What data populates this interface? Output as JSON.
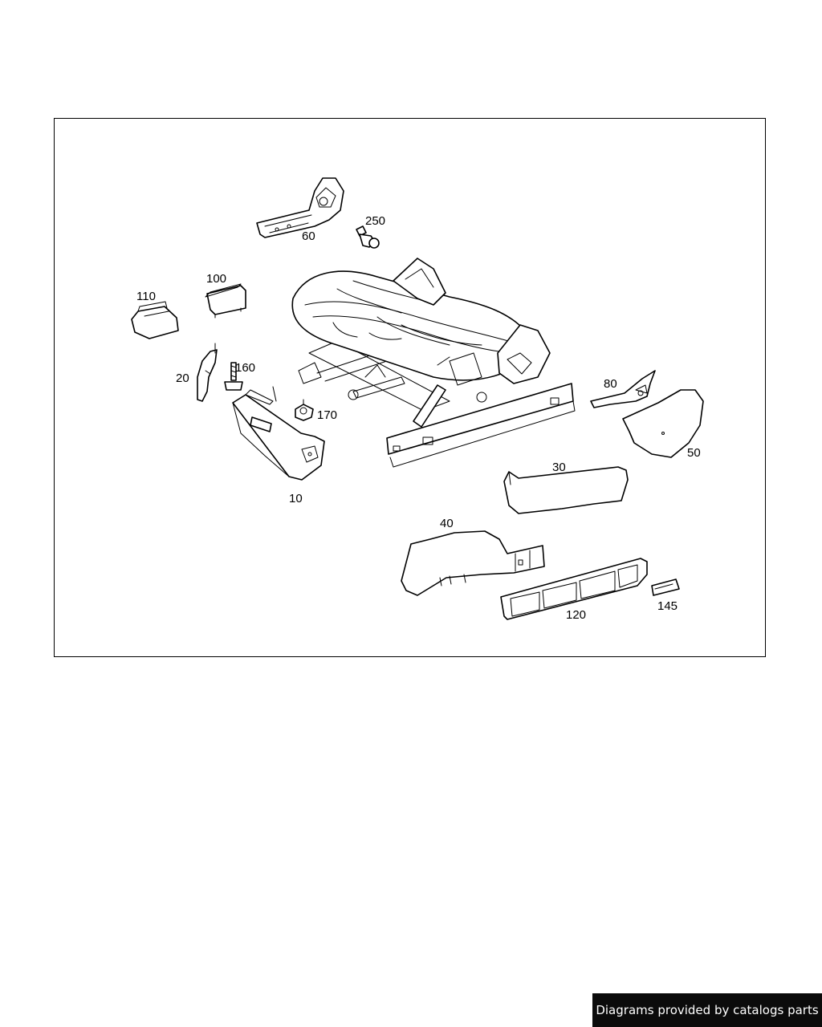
{
  "diagram": {
    "callouts": {
      "c10": "10",
      "c20": "20",
      "c30": "30",
      "c40": "40",
      "c50": "50",
      "c60": "60",
      "c80": "80",
      "c100": "100",
      "c110": "110",
      "c120": "120",
      "c145": "145",
      "c160": "160",
      "c170": "170",
      "c250": "250"
    }
  },
  "footer": {
    "credit": "Diagrams provided by catalogs parts"
  }
}
